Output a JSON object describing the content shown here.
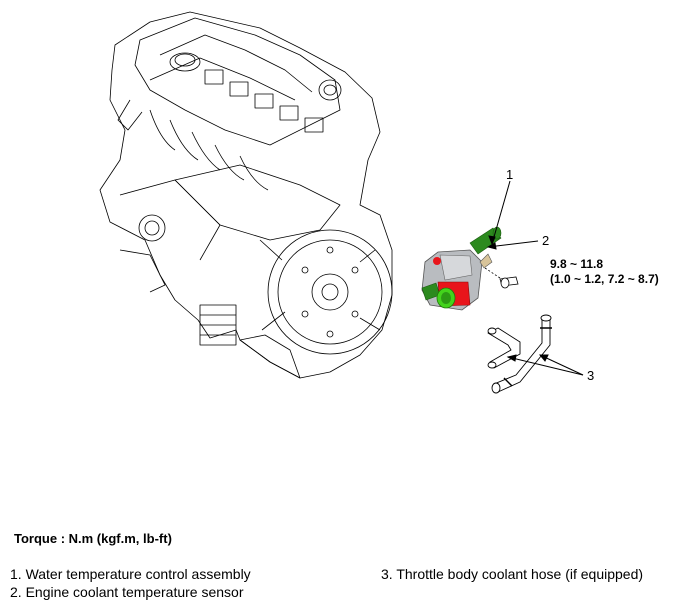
{
  "callouts": [
    "1",
    "2",
    "3"
  ],
  "torque_spec": {
    "line1": "9.8 ~ 11.8",
    "line2": "(1.0 ~ 1.2, 7.2 ~ 8.7)"
  },
  "torque_title": "Torque : N.m (kgf.m, lb-ft)",
  "legend": {
    "item1": "1. Water temperature control assembly",
    "item2": "2. Engine coolant temperature sensor",
    "item3": "3. Throttle body coolant hose (if equipped)"
  },
  "colors": {
    "housing_red": "#e8151b",
    "pipe_green": "#2c8a1e",
    "seal_green": "#43d31c",
    "housing_gray": "#b9bcc0",
    "line_art": "#000000"
  }
}
